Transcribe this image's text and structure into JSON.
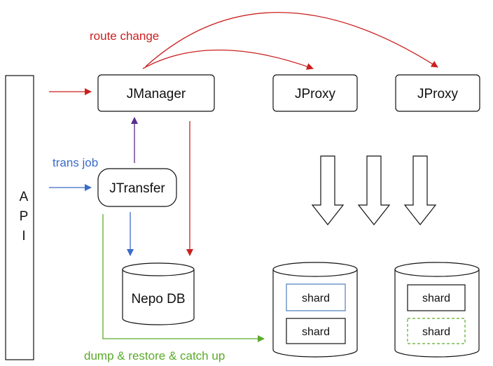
{
  "api": {
    "letters": [
      "A",
      "P",
      "I"
    ]
  },
  "nodes": {
    "jmanager": "JManager",
    "jproxy_1": "JProxy",
    "jproxy_2": "JProxy",
    "jtransfer": "JTransfer",
    "nepo_db": "Nepo DB"
  },
  "shards": {
    "db1_shard_1": "shard",
    "db1_shard_2": "shard",
    "db2_shard_1": "shard",
    "db2_shard_2": "shard"
  },
  "labels": {
    "route_change": "route change",
    "trans_job": "trans job",
    "dump_restore": "dump & restore & catch up"
  },
  "colors": {
    "red": "#cc1f1f",
    "blue": "#3a6bc8",
    "purple": "#5a2d8a",
    "green": "#5aaa2a",
    "shard_blue_border": "#4d7fbf",
    "shard_green_dash": "#5aaa2a"
  }
}
